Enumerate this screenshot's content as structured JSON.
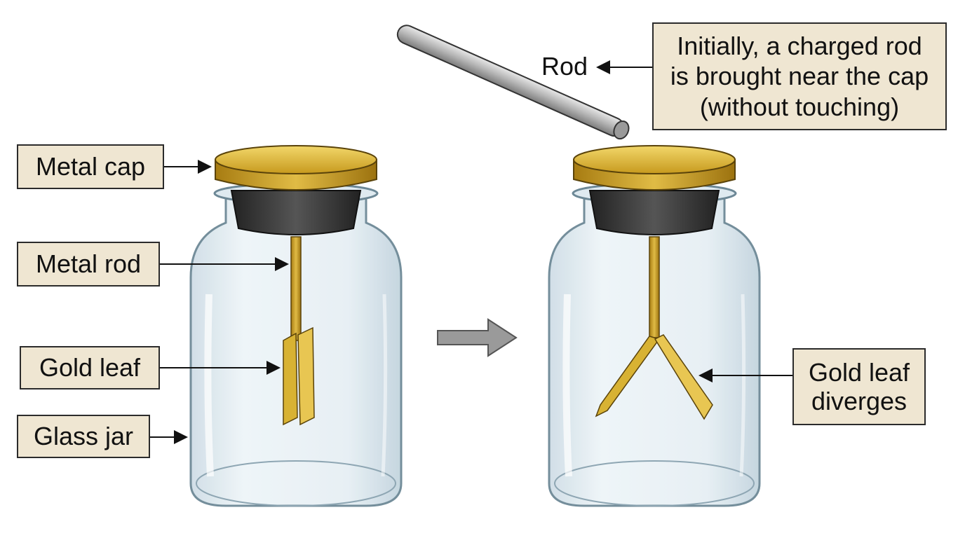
{
  "labels": {
    "metal_cap": "Metal cap",
    "metal_rod": "Metal rod",
    "gold_leaf": "Gold leaf",
    "glass_jar": "Glass jar",
    "rod": "Rod",
    "gold_leaf_diverges": "Gold leaf\ndiverges",
    "note": "Initially, a charged rod\nis brought near the cap\n(without touching)"
  },
  "colors": {
    "label_fill": "#efe6d2",
    "gold": "#c9a227",
    "glass": "#dfeaf0",
    "stopper": "#3a3a3a",
    "arrow": "#9a9a9a"
  }
}
